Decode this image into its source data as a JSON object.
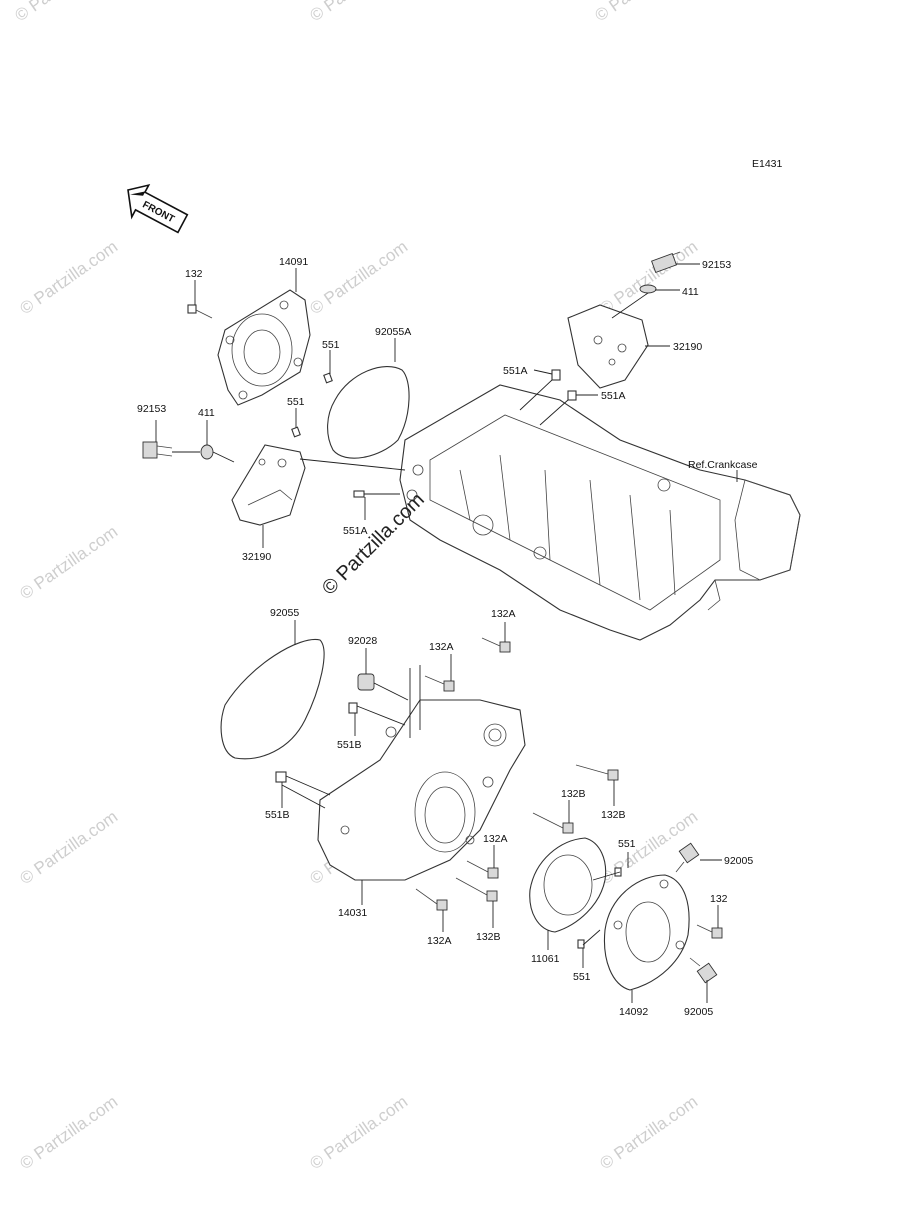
{
  "diagram_code": "E1431",
  "front_label": "FRONT",
  "watermark": "© Partzilla.com",
  "reference_label": "Ref.Crankcase",
  "labels": {
    "l132_top": "132",
    "l14091": "14091",
    "l551_a": "551",
    "l92055a": "92055A",
    "l551_b": "551",
    "l92153_left": "92153",
    "l411_left": "411",
    "l32190_left": "32190",
    "l551a_left": "551A",
    "l92153_right": "92153",
    "l411_right": "411",
    "l32190_right": "32190",
    "l551a_mid": "551A",
    "l551a_right": "551A",
    "l92055": "92055",
    "l92028": "92028",
    "l132a_1": "132A",
    "l132a_2": "132A",
    "l551b_1": "551B",
    "l551b_2": "551B",
    "l132b_1": "132B",
    "l132b_2": "132B",
    "l132a_3": "132A",
    "l14031": "14031",
    "l132a_4": "132A",
    "l132b_3": "132B",
    "l551_c": "551",
    "l92005_a": "92005",
    "l132_right": "132",
    "l11061": "11061",
    "l551_d": "551",
    "l14092": "14092",
    "l92005_b": "92005"
  }
}
